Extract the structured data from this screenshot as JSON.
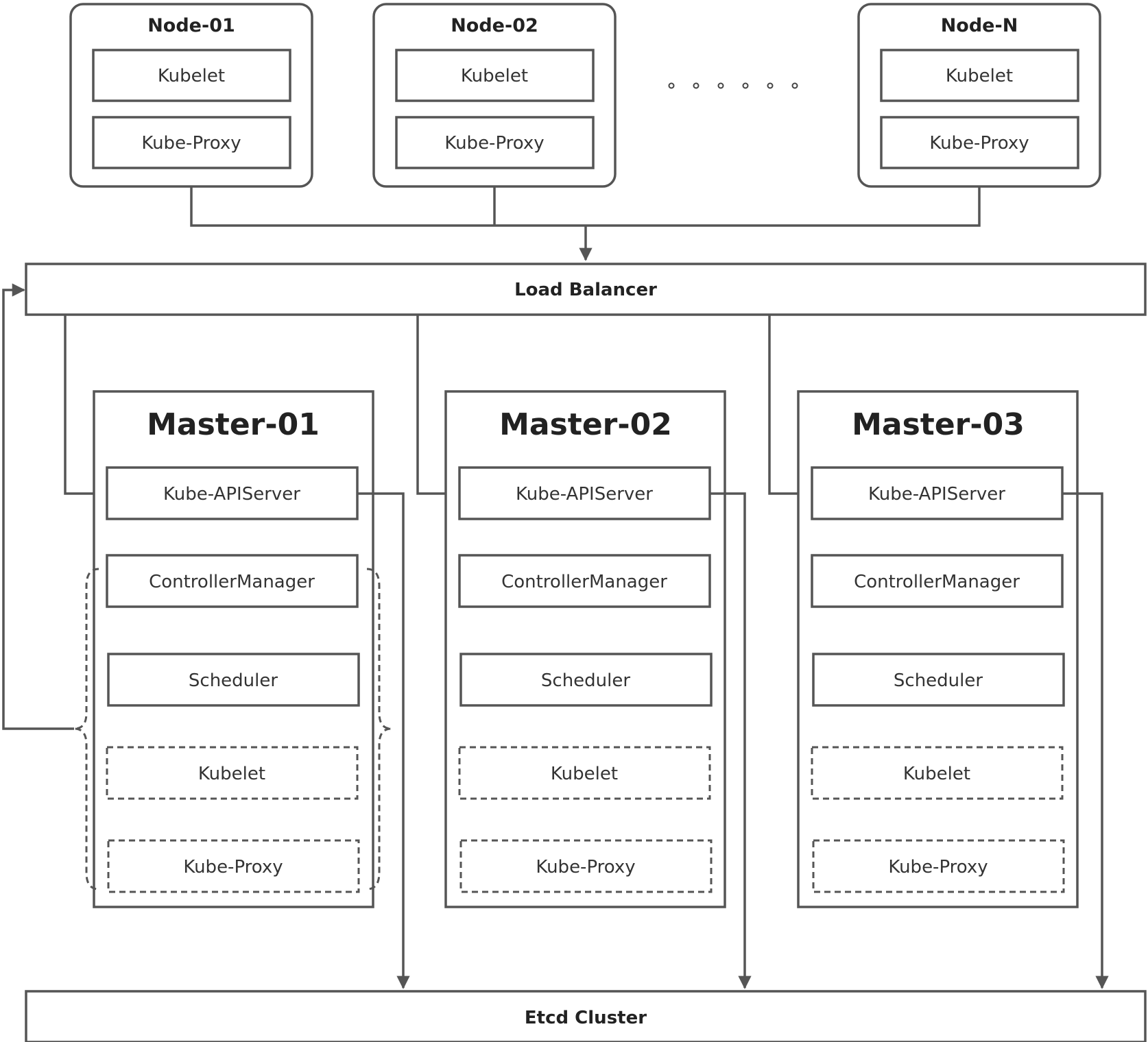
{
  "nodes": [
    {
      "title": "Node-01",
      "components": [
        "Kubelet",
        "Kube-Proxy"
      ]
    },
    {
      "title": "Node-02",
      "components": [
        "Kubelet",
        "Kube-Proxy"
      ]
    },
    {
      "title": "Node-N",
      "components": [
        "Kubelet",
        "Kube-Proxy"
      ]
    }
  ],
  "load_balancer": {
    "label": "Load Balancer"
  },
  "masters": [
    {
      "title": "Master-01",
      "components": [
        "Kube-APIServer",
        "ControllerManager",
        "Scheduler"
      ],
      "optional_components": [
        "Kubelet",
        "Kube-Proxy"
      ]
    },
    {
      "title": "Master-02",
      "components": [
        "Kube-APIServer",
        "ControllerManager",
        "Scheduler"
      ],
      "optional_components": [
        "Kubelet",
        "Kube-Proxy"
      ]
    },
    {
      "title": "Master-03",
      "components": [
        "Kube-APIServer",
        "ControllerManager",
        "Scheduler"
      ],
      "optional_components": [
        "Kubelet",
        "Kube-Proxy"
      ]
    }
  ],
  "etcd": {
    "label": "Etcd Cluster"
  },
  "colors": {
    "stroke": "#555555",
    "text": "#333333",
    "background": "#ffffff"
  }
}
